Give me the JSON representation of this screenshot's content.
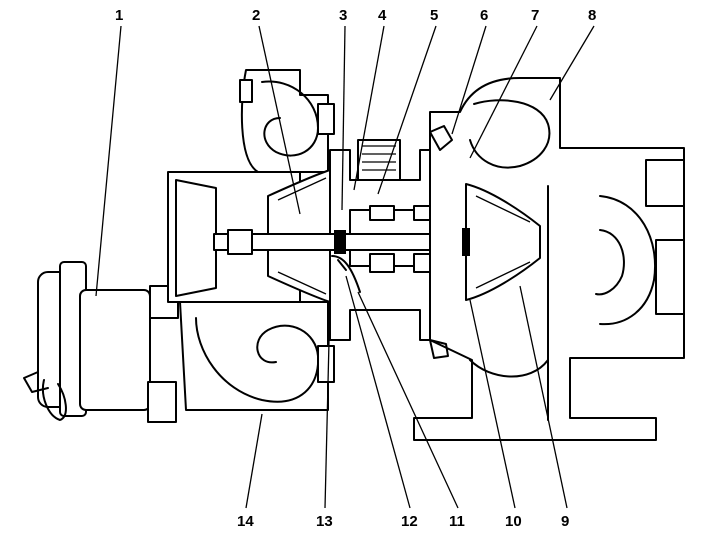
{
  "diagram": {
    "callouts": [
      {
        "label": "1"
      },
      {
        "label": "2"
      },
      {
        "label": "3"
      },
      {
        "label": "4"
      },
      {
        "label": "5"
      },
      {
        "label": "6"
      },
      {
        "label": "7"
      },
      {
        "label": "8"
      },
      {
        "label": "9"
      },
      {
        "label": "10"
      },
      {
        "label": "11"
      },
      {
        "label": "12"
      },
      {
        "label": "13"
      },
      {
        "label": "14"
      }
    ]
  }
}
